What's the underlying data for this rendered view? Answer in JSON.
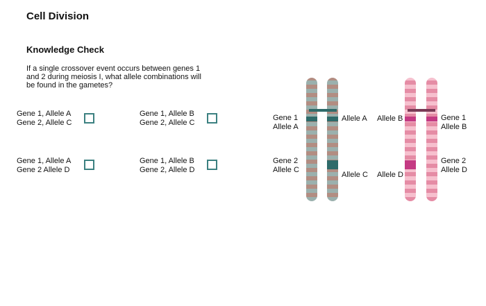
{
  "header": {
    "title": "Cell Division",
    "section_title": "Knowledge Check"
  },
  "question": {
    "text": "If a single crossover event occurs between genes 1 and 2 during meiosis I, what allele combinations will be found in the gametes?"
  },
  "options": [
    {
      "line1": "Gene 1, Allele A",
      "line2": "Gene 2, Allele C",
      "checked": false
    },
    {
      "line1": "Gene 1, Allele B",
      "line2": "Gene 2, Allele C",
      "checked": false
    },
    {
      "line1": "Gene 1, Allele A",
      "line2": "Gene 2 Allele D",
      "checked": false
    },
    {
      "line1": "Gene 1, Allele B",
      "line2": "Gene 2, Allele D",
      "checked": false
    }
  ],
  "diagram": {
    "labels": {
      "gene1_left": "Gene 1",
      "alleleA_left": "Allele A",
      "alleleA_mid": "Allele A",
      "alleleB_mid": "Allele B",
      "gene1_right": "Gene 1",
      "alleleB_right": "Allele B",
      "gene2_left": "Gene 2",
      "alleleC_left": "Allele C",
      "alleleC_mid": "Allele C",
      "alleleD_mid": "Allele D",
      "gene2_right": "Gene 2",
      "alleleD_right": "Allele D"
    },
    "colors": {
      "teal_chromosome": "#9bb0ad",
      "teal_band": "#b58a7d",
      "teal_marker": "#2f6b6a",
      "pink_chromosome": "#e58ca5",
      "pink_band": "#f6c3d0",
      "pink_marker": "#c43a83"
    }
  }
}
